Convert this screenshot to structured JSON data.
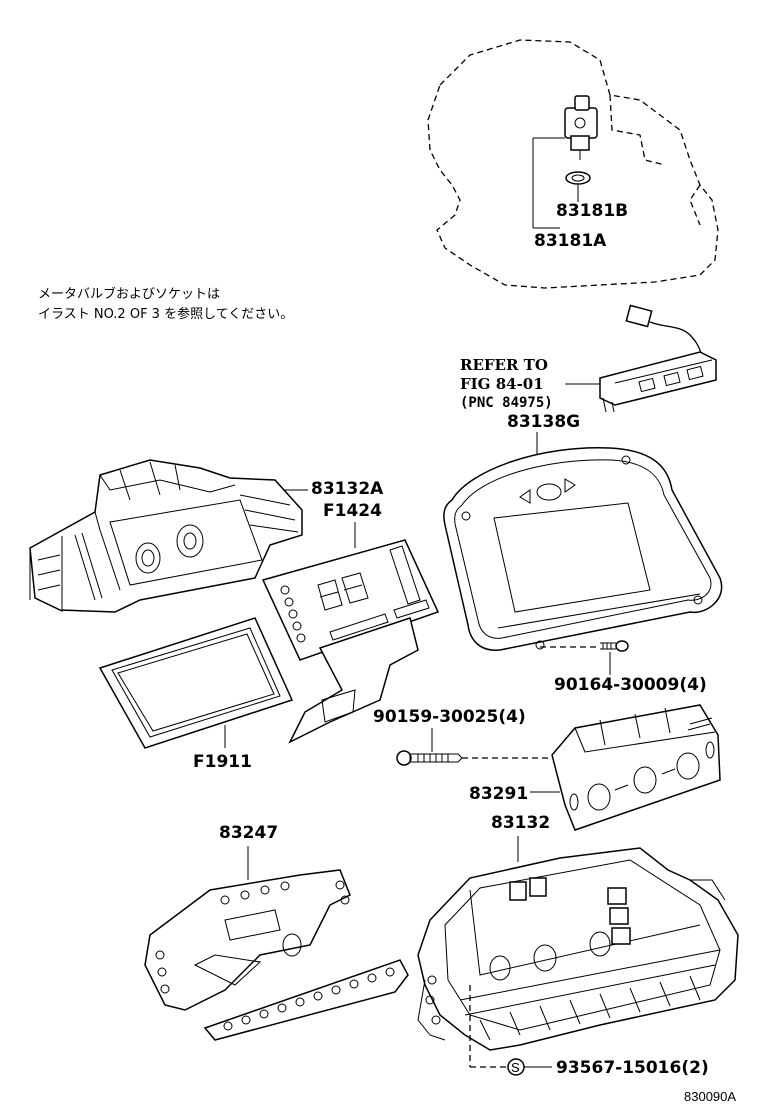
{
  "notes": {
    "jp_line1": "メータバルブおよびソケットは",
    "jp_line2": "イラスト NO.2 OF 3 を参照してください。"
  },
  "refer": {
    "line1": "REFER TO",
    "line2": "FIG 84-01",
    "line3": "(PNC 84975)"
  },
  "parts": {
    "p83181B": "83181B",
    "p83181A": "83181A",
    "p83138G": "83138G",
    "p83132A": "83132A",
    "pF1424": "F1424",
    "pF1911": "F1911",
    "p90164": "90164-30009(4)",
    "p90159": "90159-30025(4)",
    "p83291": "83291",
    "p83132": "83132",
    "p83247": "83247",
    "p93567": "93567-15016(2)"
  },
  "symbols": {
    "s_marker": "S"
  },
  "diagram_code": "830090A"
}
